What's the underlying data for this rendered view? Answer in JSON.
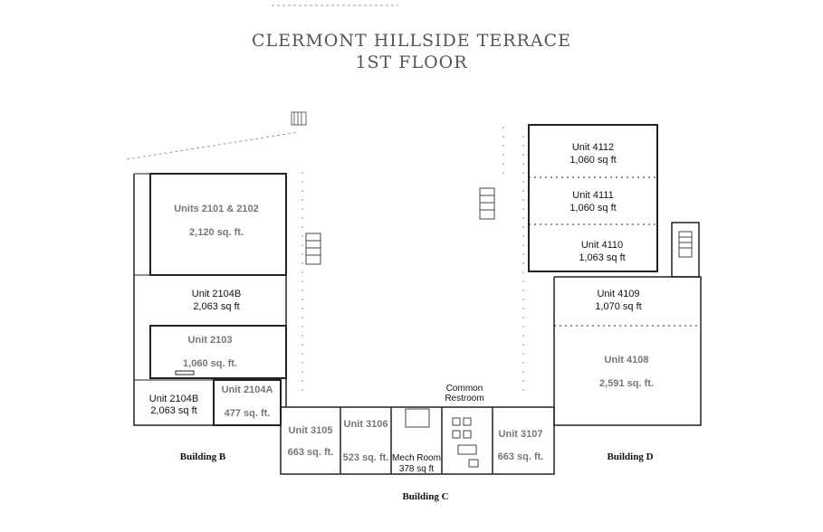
{
  "title_line1": "CLERMONT HILLSIDE TERRACE",
  "title_line2": "1ST FLOOR",
  "units": {
    "u2101": {
      "name": "Units 2101 & 2102",
      "area": "2,120 sq. ft."
    },
    "u2104b_top": {
      "name": "Unit 2104B",
      "area": "2,063 sq ft"
    },
    "u2103": {
      "name": "Unit 2103",
      "area": "1,060 sq. ft."
    },
    "u2104b_bot": {
      "name": "Unit 2104B",
      "area": "2,063 sq ft"
    },
    "u2104a": {
      "name": "Unit 2104A",
      "area": "477 sq. ft."
    },
    "u3105": {
      "name": "Unit 3105",
      "area": "663 sq. ft."
    },
    "u3106": {
      "name": "Unit 3106",
      "area": "523 sq. ft."
    },
    "mech": {
      "name": "Mech Room",
      "area": "378 sq ft"
    },
    "restroom": {
      "line1": "Common",
      "line2": "Restroom"
    },
    "u3107": {
      "name": "Unit 3107",
      "area": "663 sq. ft."
    },
    "u4112": {
      "name": "Unit 4112",
      "area": "1,060 sq ft"
    },
    "u4111": {
      "name": "Unit 4111",
      "area": "1,060 sq ft"
    },
    "u4110": {
      "name": "Unit 4110",
      "area": "1,063 sq ft"
    },
    "u4109": {
      "name": "Unit 4109",
      "area": "1,070 sq ft"
    },
    "u4108": {
      "name": "Unit 4108",
      "area": "2,591 sq. ft."
    }
  },
  "buildings": {
    "b": "Building B",
    "c": "Building C",
    "d": "Building D"
  }
}
